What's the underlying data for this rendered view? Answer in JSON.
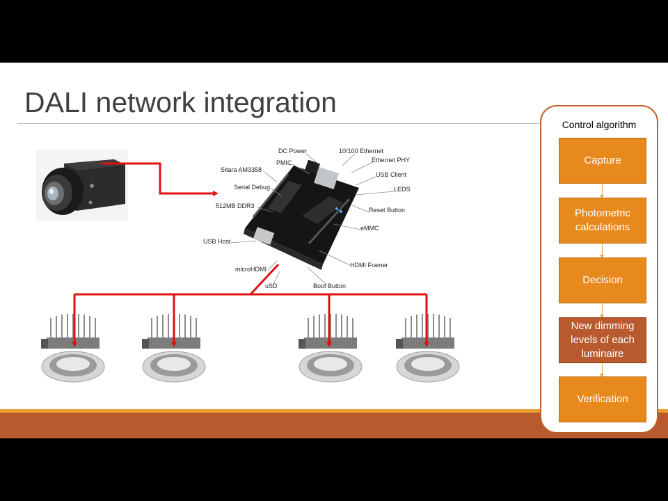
{
  "slide": {
    "title": "DALI network integration"
  },
  "board": {
    "labels": {
      "dc_power": "DC Power",
      "ethernet": "10/100 Ethernet",
      "ethernet_phy": "Ethernet PHY",
      "pmic": "PMIC",
      "sitara": "Sitara AM3358",
      "usb_client": "USB Client",
      "serial_debug": "Serial Debug",
      "leds": "LEDS",
      "ddr3": "512MB DDR3",
      "reset_button": "Reset Button",
      "emmc": "eMMC",
      "usb_host": "USB Host",
      "hdmi_framer": "HDMI Framer",
      "micro_hdmi": "microHDMI",
      "usd": "uSD",
      "boot_button": "Boot Button"
    }
  },
  "algorithm": {
    "title": "Control algorithm",
    "steps": [
      {
        "label": "Capture",
        "highlight": false
      },
      {
        "label": "Photometric calculations",
        "highlight": false
      },
      {
        "label": "Decision",
        "highlight": false
      },
      {
        "label": "New dimming levels of each luminaire",
        "highlight": true
      },
      {
        "label": "Verification",
        "highlight": false
      }
    ]
  },
  "colors": {
    "accent": "#e8891e",
    "highlight_step": "#b85a2e",
    "footer_bar": "#b85a2e",
    "footer_line": "#e8a030",
    "connector": "#e01010"
  },
  "icons": {
    "camera": "fisheye-camera",
    "board": "beaglebone-board",
    "luminaire": "downlight-luminaire"
  }
}
